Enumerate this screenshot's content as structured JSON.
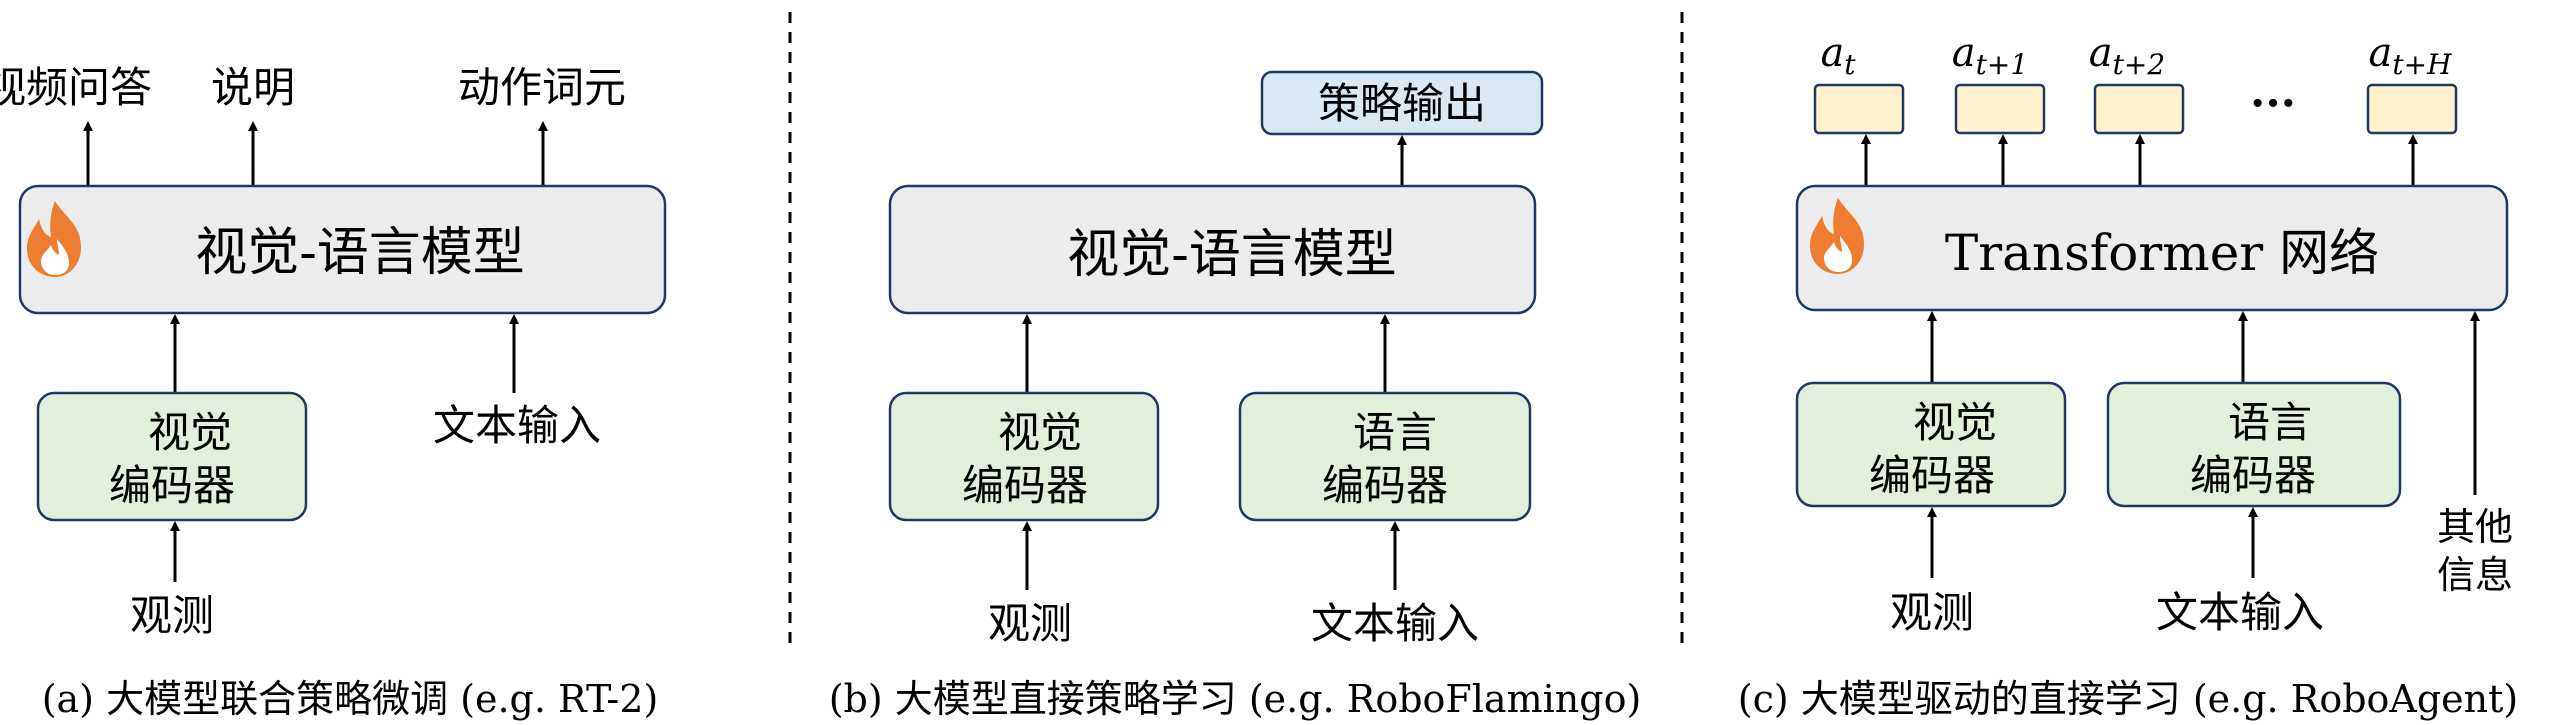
{
  "panel_a": {
    "outputs": [
      "视频问答",
      "说明",
      "动作词元"
    ],
    "model_label": "视觉-语言模型",
    "encoder_label_1": "视觉",
    "encoder_label_2": "编码器",
    "text_input": "文本输入",
    "observation": "观测",
    "caption": "(a) 大模型联合策略微调 (e.g. RT-2)"
  },
  "panel_b": {
    "output_label": "策略输出",
    "model_label": "视觉-语言模型",
    "vision_encoder_1": "视觉",
    "vision_encoder_2": "编码器",
    "language_encoder_1": "语言",
    "language_encoder_2": "编码器",
    "observation": "观测",
    "text_input": "文本输入",
    "caption": "(b) 大模型直接策略学习 (e.g. RoboFlamingo)"
  },
  "panel_c": {
    "actions": [
      "a",
      "a",
      "a",
      "a"
    ],
    "action_subs": [
      "t",
      "t+1",
      "t+2",
      "t+H"
    ],
    "ellipsis": "···",
    "model_label": "Transformer 网络",
    "vision_encoder_1": "视觉",
    "vision_encoder_2": "编码器",
    "language_encoder_1": "语言",
    "language_encoder_2": "编码器",
    "observation": "观测",
    "text_input": "文本输入",
    "other_info_1": "其他",
    "other_info_2": "信息",
    "caption": "(c) 大模型驱动的直接学习 (e.g. RoboAgent)"
  },
  "icons": {
    "trainable": "flame-icon",
    "frozen": "snowflake-icon"
  },
  "colors": {
    "model_box": "#ececef",
    "encoder_box": "#e2efda",
    "output_box": "#dae8f4",
    "action_box": "#fff2cc",
    "border": "#1f3864",
    "snowflake": "#4472c4",
    "flame": "#ed7d31"
  }
}
